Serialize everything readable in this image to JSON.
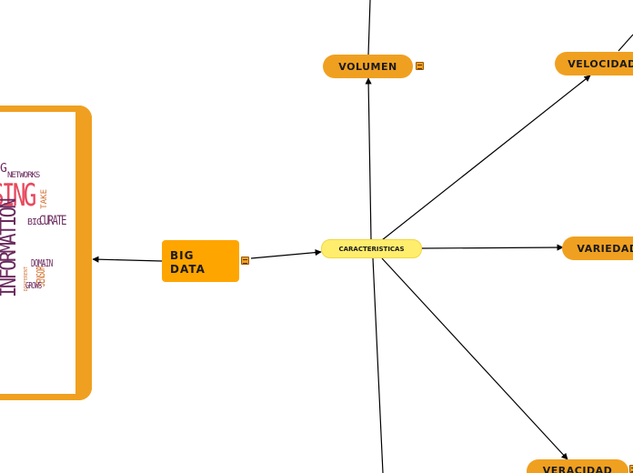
{
  "central": {
    "label": "CARACTERISTICAS"
  },
  "root": {
    "label": "BIG DATA"
  },
  "branches": {
    "volumen": "VOLUMEN",
    "velocidad": "VELOCIDAD",
    "variedad": "VARIEDAD",
    "veracidad": "VERACIDAD"
  },
  "colors": {
    "node": "#f0a020",
    "central": "#ffee6e",
    "root": "#ffa500",
    "line": "#000000"
  },
  "wordcloud": {
    "words": {
      "information": "INFORMATION",
      "sing": "SING",
      "networks": "NETWORKS",
      "g": "G",
      "take": "TAKE",
      "big": "BIG",
      "curate": "CURATE",
      "sensor": "SENSOR",
      "domain": "DOMAIN",
      "grows": "GROWS",
      "different": "DIFFERENT"
    }
  }
}
